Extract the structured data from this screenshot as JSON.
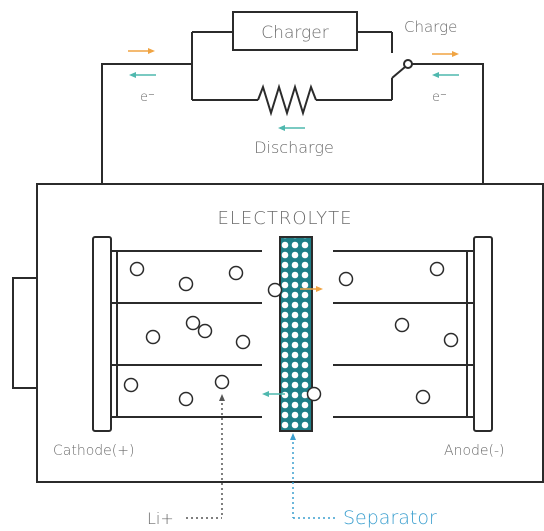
{
  "labels": {
    "charger": "Charger",
    "charge": "Charge",
    "discharge": "Discharge",
    "electron_left": "e⁻",
    "electron_right": "e⁻",
    "electrolyte": "ELECTROLYTE",
    "cathode": "Cathode(+)",
    "anode": "Anode(-)",
    "li_ion": "Li+",
    "separator": "Separator"
  },
  "colors": {
    "line": "#2b2b2b",
    "label_gray": "#6b6b6b",
    "charge_arrow": "#f0a442",
    "discharge_arrow": "#4fb8ae",
    "separator_fill": "#1e7f87",
    "separator_label": "#3b9fcf"
  }
}
